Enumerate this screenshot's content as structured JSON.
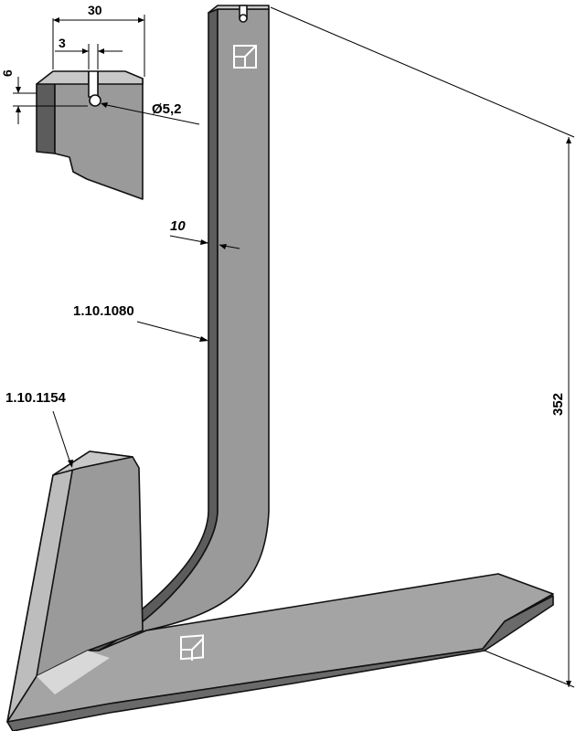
{
  "parts": {
    "shank_part_number": "1.10.1080",
    "share_part_number": "1.10.1154"
  },
  "dimensions": {
    "detail_width": "30",
    "slot_width": "3",
    "slot_depth": "6",
    "hole_diameter": "Ø5,2",
    "shank_thickness": "10",
    "overall_height": "352"
  },
  "colors": {
    "steel_face": "#9a9a9a",
    "steel_side": "#5c5c5c",
    "steel_top": "#c8c8c8",
    "outline": "#111111"
  },
  "icons": [
    "quality-mark-icon"
  ]
}
